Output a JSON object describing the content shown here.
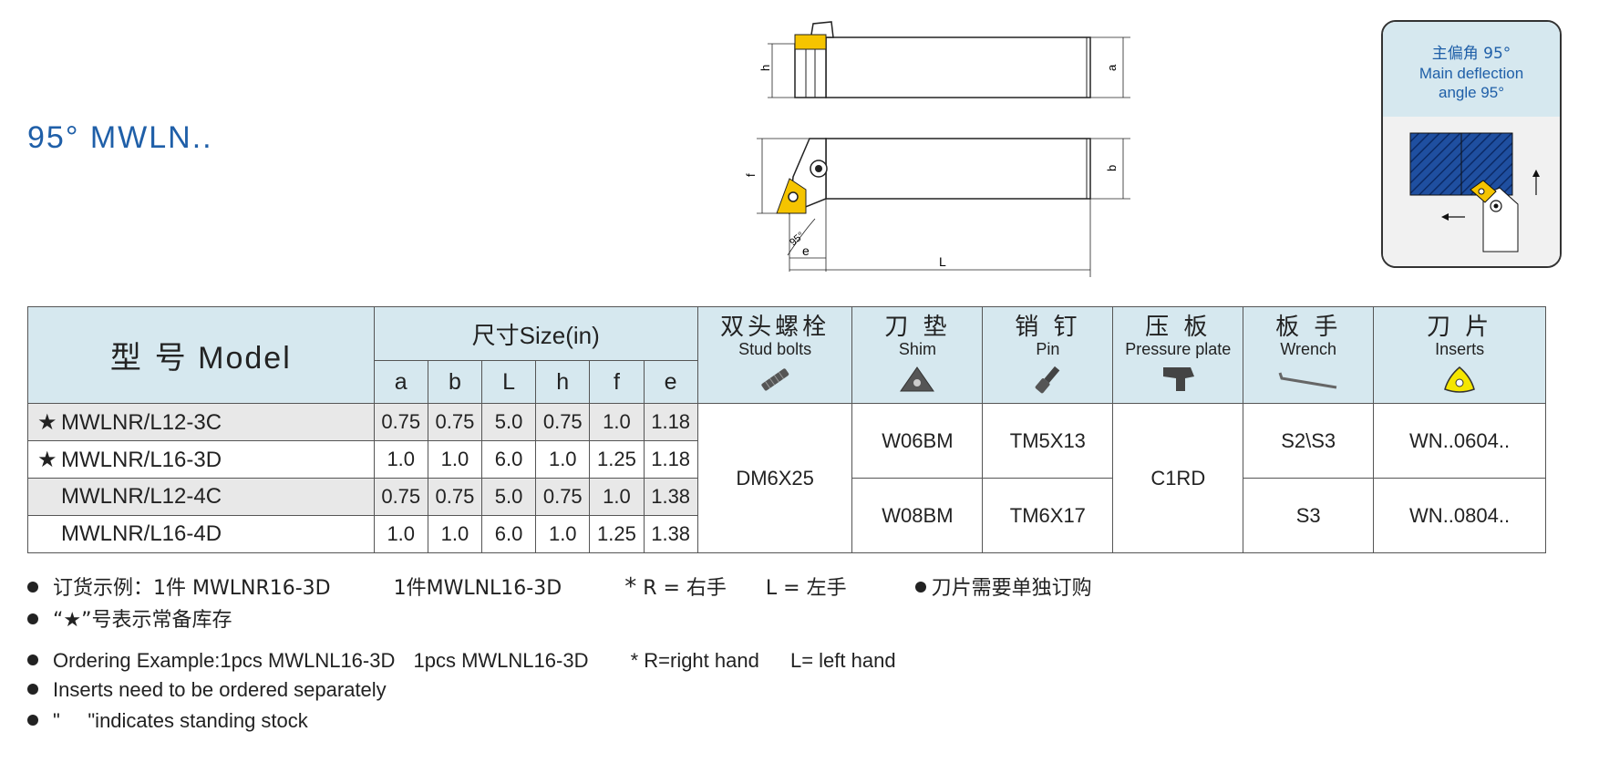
{
  "title": "95° MWLN..",
  "drawing": {
    "labels": {
      "h": "h",
      "a": "a",
      "f": "f",
      "b": "b",
      "e": "e",
      "L": "L",
      "angle": "95°"
    }
  },
  "angle_box": {
    "cn": "主偏角 95°",
    "en_line1": "Main deflection",
    "en_line2": "angle 95°"
  },
  "table": {
    "model_header_cn": "型  号",
    "model_header_en": "Model",
    "size_header": "尺寸Size(in)",
    "dims": [
      "a",
      "b",
      "L",
      "h",
      "f",
      "e"
    ],
    "parts": [
      {
        "cn": "双头螺栓",
        "en": "Stud bolts",
        "icon": "stud-bolt-icon"
      },
      {
        "cn": "刀 垫",
        "en": "Shim",
        "icon": "shim-icon"
      },
      {
        "cn": "销 钉",
        "en": "Pin",
        "icon": "pin-icon"
      },
      {
        "cn": "压 板",
        "en": "Pressure plate",
        "icon": "pressure-plate-icon"
      },
      {
        "cn": "板 手",
        "en": "Wrench",
        "icon": "wrench-icon"
      },
      {
        "cn": "刀 片",
        "en": "Inserts",
        "icon": "insert-icon"
      }
    ],
    "rows": [
      {
        "star": "★",
        "model": "MWLNR/L12-3C",
        "a": "0.75",
        "b": "0.75",
        "L": "5.0",
        "h": "0.75",
        "f": "1.0",
        "e": "1.18"
      },
      {
        "star": "★",
        "model": "MWLNR/L16-3D",
        "a": "1.0",
        "b": "1.0",
        "L": "6.0",
        "h": "1.0",
        "f": "1.25",
        "e": "1.18"
      },
      {
        "star": "",
        "model": "MWLNR/L12-4C",
        "a": "0.75",
        "b": "0.75",
        "L": "5.0",
        "h": "0.75",
        "f": "1.0",
        "e": "1.38"
      },
      {
        "star": "",
        "model": "MWLNR/L16-4D",
        "a": "1.0",
        "b": "1.0",
        "L": "6.0",
        "h": "1.0",
        "f": "1.25",
        "e": "1.38"
      }
    ],
    "stud_bolt": "DM6X25",
    "shim": [
      "W06BM",
      "W08BM"
    ],
    "pin": [
      "TM5X13",
      "TM6X17"
    ],
    "pressure_plate": "C1RD",
    "wrench": [
      "S2\\S3",
      "S3"
    ],
    "inserts": [
      "WN..0604..",
      "WN..0804.."
    ]
  },
  "notes": {
    "cn1_a": "订货示例：1件 MWLNR16-3D",
    "cn1_b": "1件MWLNL16-3D",
    "cn1_c_star": "*",
    "cn1_c": "R = 右手",
    "cn1_d": "L = 左手",
    "cn1_e": "刀片需要单独订购",
    "cn2": "“★”号表示常备库存",
    "en1_a": "Ordering Example:1pcs MWLNL16-3D",
    "en1_b": "1pcs MWLNL16-3D",
    "en1_c": "* R=right hand",
    "en1_d": "L= left hand",
    "en2": "Inserts need to be ordered separately",
    "en3": "\"     \"indicates standing stock"
  },
  "colors": {
    "accent": "#1f5fa8",
    "header_bg": "#d6e8ef",
    "row_alt": "#e8e8e8",
    "insert_yellow": "#f5c400"
  }
}
